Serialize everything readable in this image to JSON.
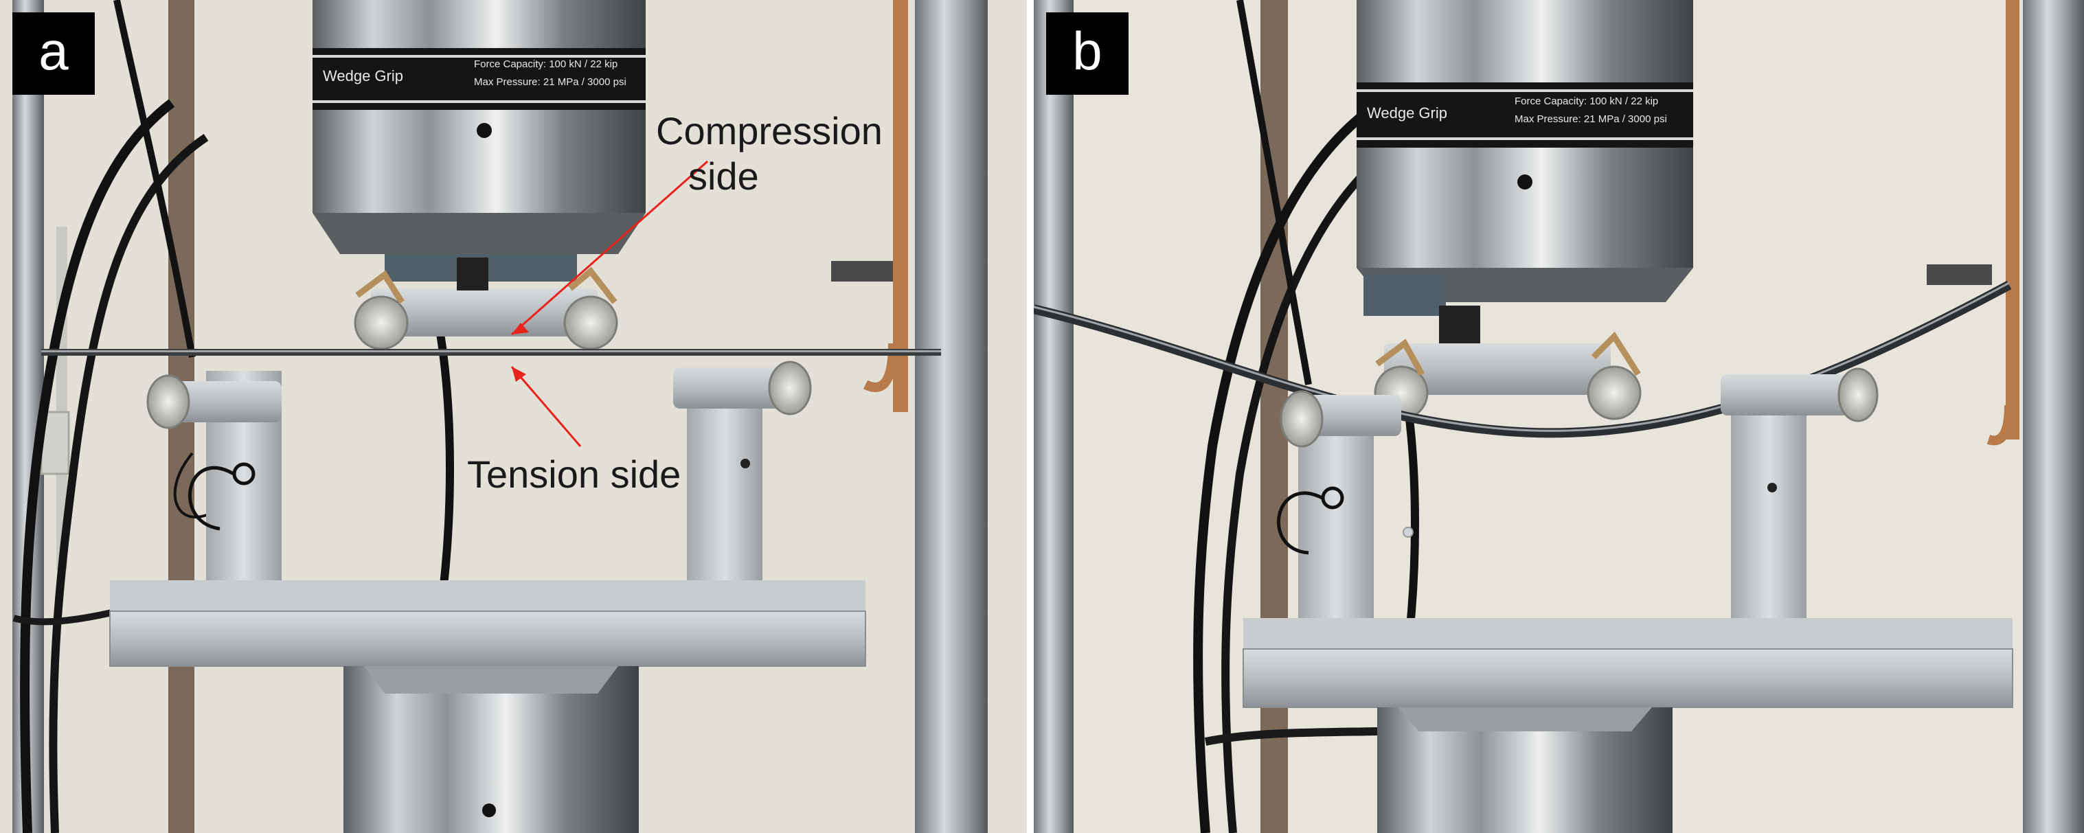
{
  "panels": [
    {
      "label": "a",
      "grip": {
        "brand": "Wedge Grip",
        "force_capacity": "Force Capacity:  100 kN / 22 kip",
        "max_pressure": "Max Pressure:  21 MPa / 3000 psi"
      },
      "annotations": {
        "compression_line1": "Compression",
        "compression_line2": "side",
        "tension": "Tension side"
      }
    },
    {
      "label": "b",
      "grip": {
        "brand": "Wedge Grip",
        "force_capacity": "Force Capacity:  100 kN / 22 kip",
        "max_pressure": "Max Pressure:  21 MPa / 3000 psi"
      }
    }
  ],
  "colors": {
    "wall": "#e7e4dc",
    "annotation_arrow": "#e8231c",
    "label_box": "#000000",
    "label_text": "#ffffff"
  }
}
